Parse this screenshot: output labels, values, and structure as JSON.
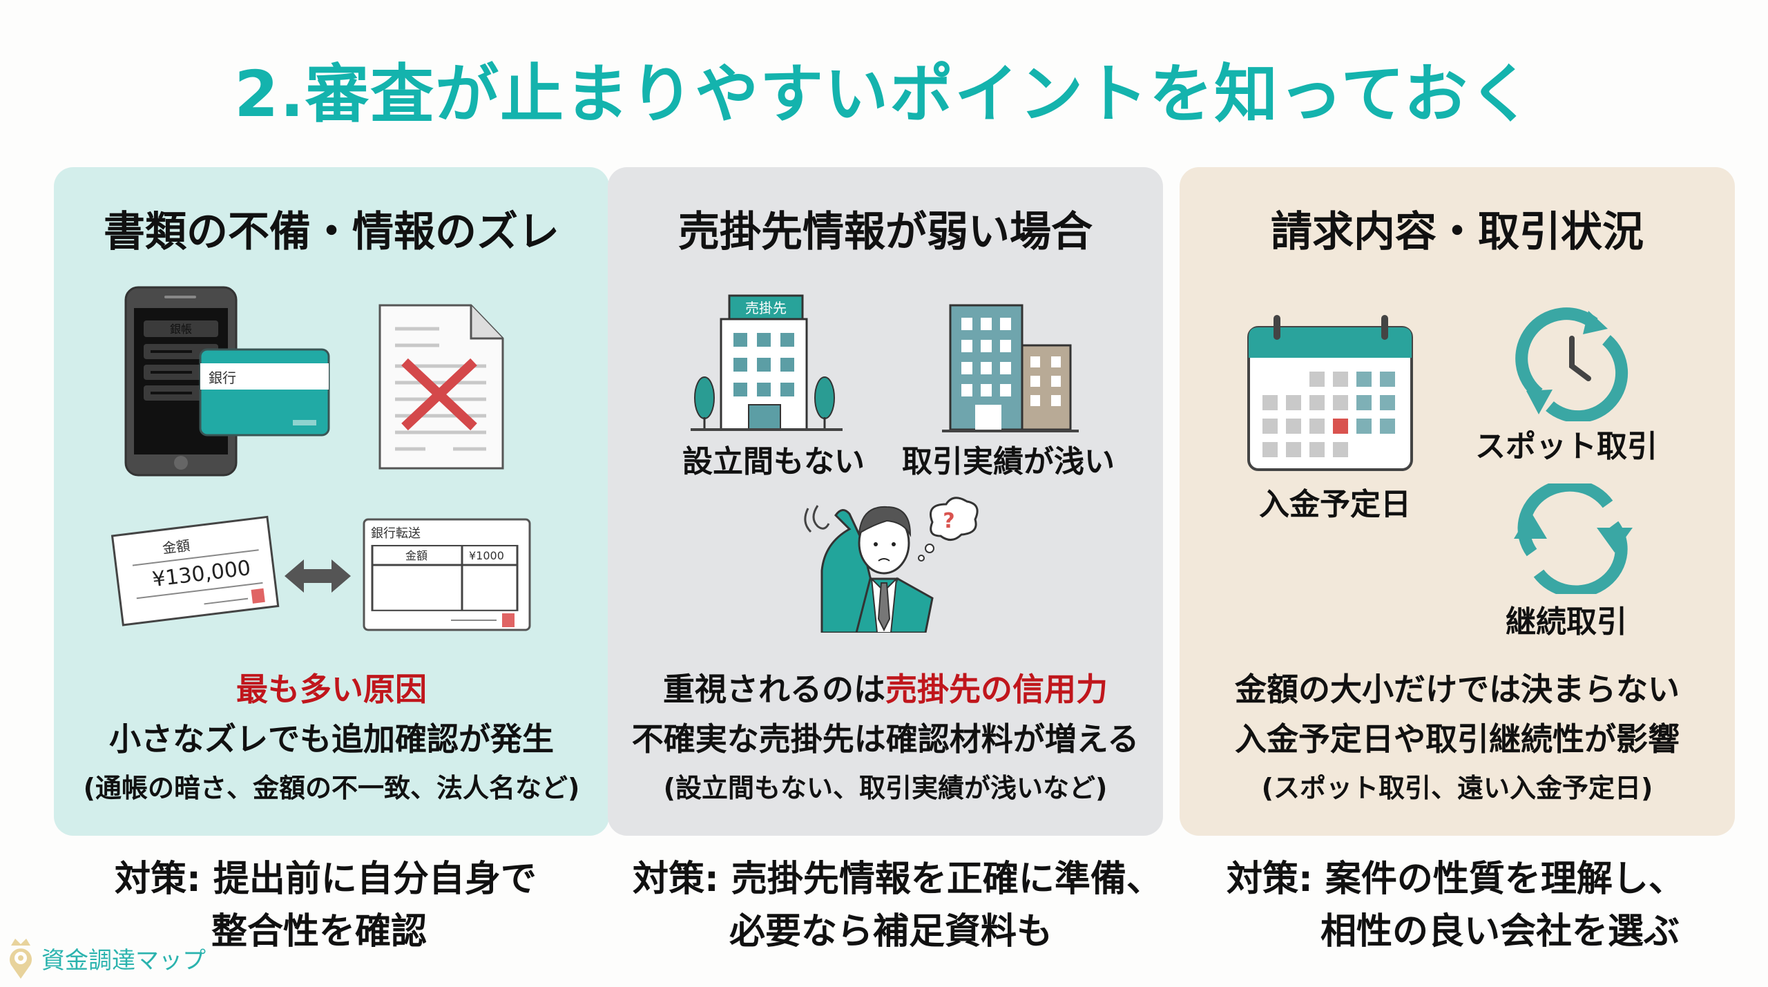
{
  "title": "2.審査が止まりやすいポイントを知っておく",
  "colors": {
    "accent": "#14b3ad",
    "highlight_red": "#c0161c",
    "panel1_bg": "#d3eeeb",
    "panel2_bg": "#e3e4e6",
    "panel3_bg": "#f2e8da"
  },
  "panels": [
    {
      "title": "書類の不備・情報のズレ",
      "icons": {
        "phone_screen_label": "銀帳",
        "card_label": "銀行",
        "invoice_label": "金額",
        "invoice_amount": "¥130,000",
        "transfer_title": "銀行転送",
        "transfer_col1": "金額",
        "transfer_col2": "¥1000"
      },
      "highlight": "最も多い原因",
      "line2": "小さなズレでも追加確認が発生",
      "line3": "(通帳の暗さ、金額の不一致、法人名など)",
      "countermeasure_line1": "対策: 提出前に自分自身で",
      "countermeasure_line2": "整合性を確認"
    },
    {
      "title": "売掛先情報が弱い場合",
      "icons": {
        "building_sign": "売掛先",
        "caption_left": "設立間もない",
        "caption_right": "取引実績が浅い",
        "thought_bubble": "?"
      },
      "line1_prefix": "重視されるのは",
      "line1_highlight": "売掛先の信用力",
      "line2": "不確実な売掛先は確認材料が増える",
      "line3": "(設立間もない、取引実績が浅いなど)",
      "countermeasure_line1": "対策: 売掛先情報を正確に準備、",
      "countermeasure_line2": "必要なら補足資料も"
    },
    {
      "title": "請求内容・取引状況",
      "icons": {
        "calendar_caption": "入金予定日",
        "spot_caption": "スポット取引",
        "continuous_caption": "継続取引"
      },
      "line1": "金額の大小だけでは決まらない",
      "line2": "入金予定日や取引継続性が影響",
      "line3": "(スポット取引、遠い入金予定日)",
      "countermeasure_line1": "対策: 案件の性質を理解し、",
      "countermeasure_line2": "相性の良い会社を選ぶ"
    }
  ],
  "logo": {
    "text": "資金調達マップ",
    "icon": "crown-pin-icon"
  }
}
